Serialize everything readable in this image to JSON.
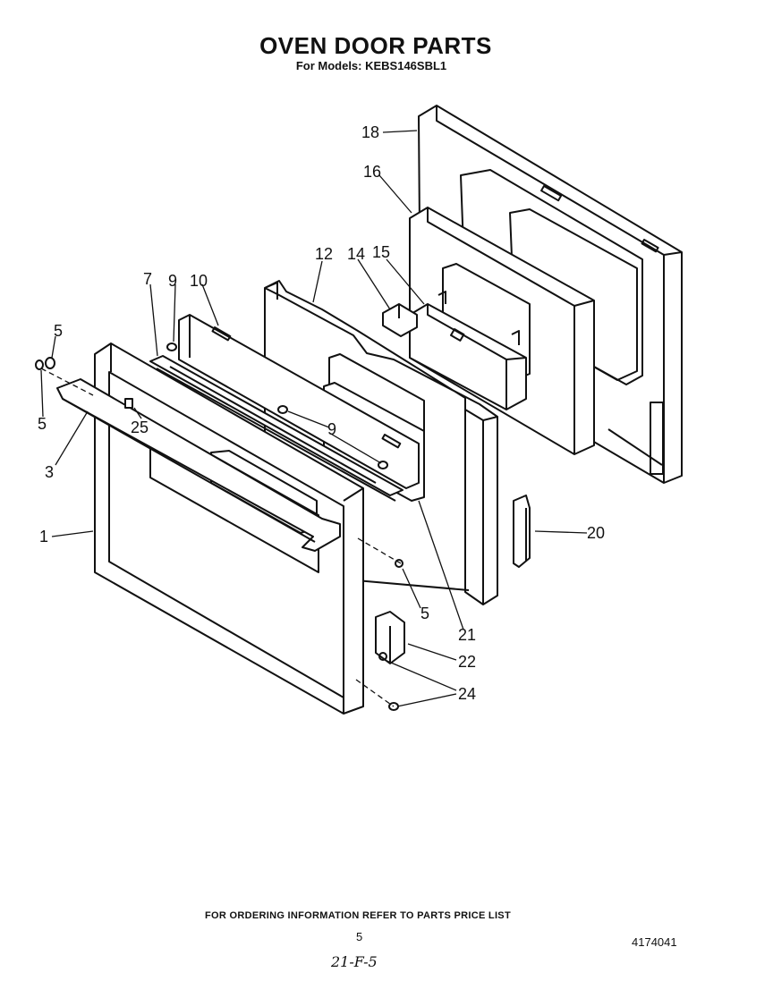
{
  "header": {
    "title": "OVEN DOOR PARTS",
    "subtitle": "For Models: KEBS146SBL1"
  },
  "callouts": {
    "c18": "18",
    "c16": "16",
    "c12": "12",
    "c14": "14",
    "c15": "15",
    "c7": "7",
    "c9a": "9",
    "c10": "10",
    "c5a": "5",
    "c5b": "5",
    "c25": "25",
    "c9b": "9",
    "c3": "3",
    "c1": "1",
    "c20": "20",
    "c5c": "5",
    "c21": "21",
    "c22": "22",
    "c24": "24"
  },
  "footer": {
    "ordering_note": "FOR ORDERING INFORMATION REFER TO PARTS PRICE LIST",
    "page_number": "5",
    "document_number": "4174041",
    "handwritten_note": "21-F-5"
  }
}
